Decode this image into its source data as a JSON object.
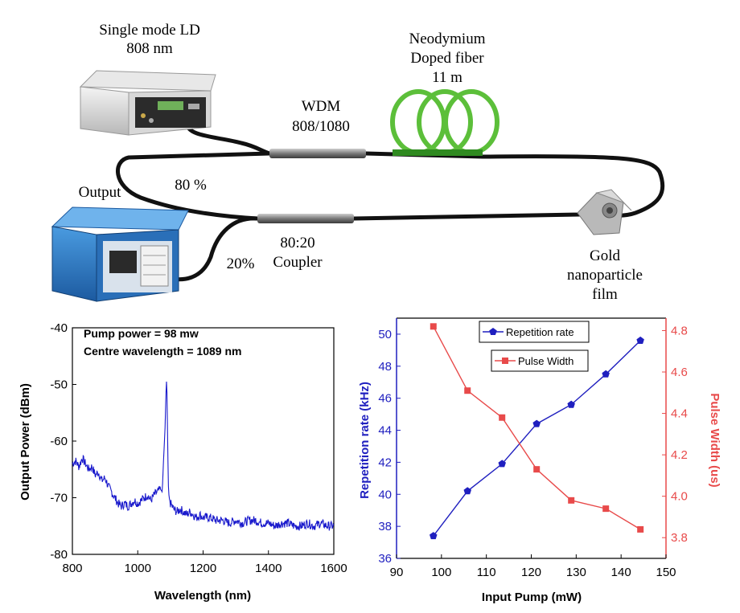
{
  "diagram": {
    "labels": {
      "ld_line1": "Single mode LD",
      "ld_line2": "808 nm",
      "fiber_line1": "Neodymium",
      "fiber_line2": "Doped fiber",
      "fiber_line3": "11 m",
      "wdm_line1": "WDM",
      "wdm_line2": "808/1080",
      "output": "Output",
      "pct80": "80 %",
      "pct20": "20%",
      "coupler_line1": "80:20",
      "coupler_line2": "Coupler",
      "gold_line1": "Gold",
      "gold_line2": "nanoparticle",
      "gold_line3": "film"
    }
  },
  "chart_data": [
    {
      "type": "line",
      "xlabel": "Wavelength (nm)",
      "ylabel": "Output Power (dBm)",
      "xlim": [
        800,
        1600
      ],
      "ylim": [
        -80,
        -40
      ],
      "xticks": [
        800,
        1000,
        1200,
        1400,
        1600
      ],
      "yticks": [
        -40,
        -50,
        -60,
        -70,
        -80
      ],
      "annotations": [
        "Pump power = 98 mw",
        "Centre wavelength = 1089 nm"
      ],
      "color": "#1a1acc",
      "series": [
        {
          "x": [
            800,
            810,
            820,
            830,
            840,
            850,
            860,
            870,
            880,
            890,
            900,
            910,
            920,
            930,
            940,
            950,
            960,
            970,
            980,
            990,
            1000,
            1010,
            1020,
            1030,
            1040,
            1050,
            1060,
            1070,
            1075,
            1080,
            1084,
            1086,
            1088,
            1089,
            1090,
            1092,
            1094,
            1096,
            1100,
            1110,
            1120,
            1130,
            1140,
            1150,
            1160,
            1170,
            1180,
            1190,
            1200,
            1220,
            1240,
            1260,
            1280,
            1300,
            1320,
            1340,
            1360,
            1380,
            1400,
            1420,
            1440,
            1460,
            1480,
            1500,
            1520,
            1540,
            1560,
            1580,
            1600
          ],
          "y": [
            -64,
            -63.5,
            -64.5,
            -63,
            -64,
            -65,
            -64.5,
            -66,
            -65.5,
            -67,
            -66.5,
            -68,
            -69,
            -70,
            -71,
            -71.5,
            -71,
            -71.5,
            -71,
            -70.5,
            -71,
            -70.5,
            -70,
            -69.5,
            -70.5,
            -69.5,
            -69,
            -68.5,
            -69,
            -62,
            -57,
            -52,
            -49.5,
            -50,
            -53,
            -62,
            -68,
            -70,
            -71,
            -72,
            -72.5,
            -72,
            -72.5,
            -73,
            -72.5,
            -73,
            -73.5,
            -73,
            -73.5,
            -73.5,
            -74,
            -74,
            -74.5,
            -74,
            -74.5,
            -74,
            -74,
            -74.5,
            -74.5,
            -75,
            -74.5,
            -74.5,
            -75,
            -75,
            -74.5,
            -75,
            -74.5,
            -75,
            -75
          ]
        }
      ]
    },
    {
      "type": "line",
      "xlabel": "Input Pump (mW)",
      "xlim": [
        90,
        150
      ],
      "xticks": [
        90,
        100,
        110,
        120,
        130,
        140,
        150
      ],
      "y_left": {
        "label": "Repetition rate (kHz)",
        "lim": [
          36,
          51
        ],
        "ticks": [
          36,
          38,
          40,
          42,
          44,
          46,
          48,
          50
        ],
        "color": "#1f1fbf"
      },
      "y_right": {
        "label": "Pulse Width (us)",
        "lim": [
          3.7,
          4.86
        ],
        "ticks": [
          "3.8",
          "4.0",
          "4.2",
          "4.4",
          "4.6",
          "4.8"
        ],
        "color": "#e84a4a"
      },
      "x": [
        98.2,
        105.8,
        113.5,
        121.2,
        128.9,
        136.6,
        144.3
      ],
      "series": [
        {
          "name": "Repetition rate",
          "axis": "left",
          "marker": "pentagon",
          "color": "#1f1fbf",
          "values": [
            37.4,
            40.2,
            41.9,
            44.4,
            45.6,
            47.5,
            49.6
          ]
        },
        {
          "name": "Pulse Width",
          "axis": "right",
          "marker": "square",
          "color": "#e84a4a",
          "values": [
            4.82,
            4.51,
            4.38,
            4.13,
            3.98,
            3.94,
            3.84
          ]
        }
      ]
    }
  ]
}
